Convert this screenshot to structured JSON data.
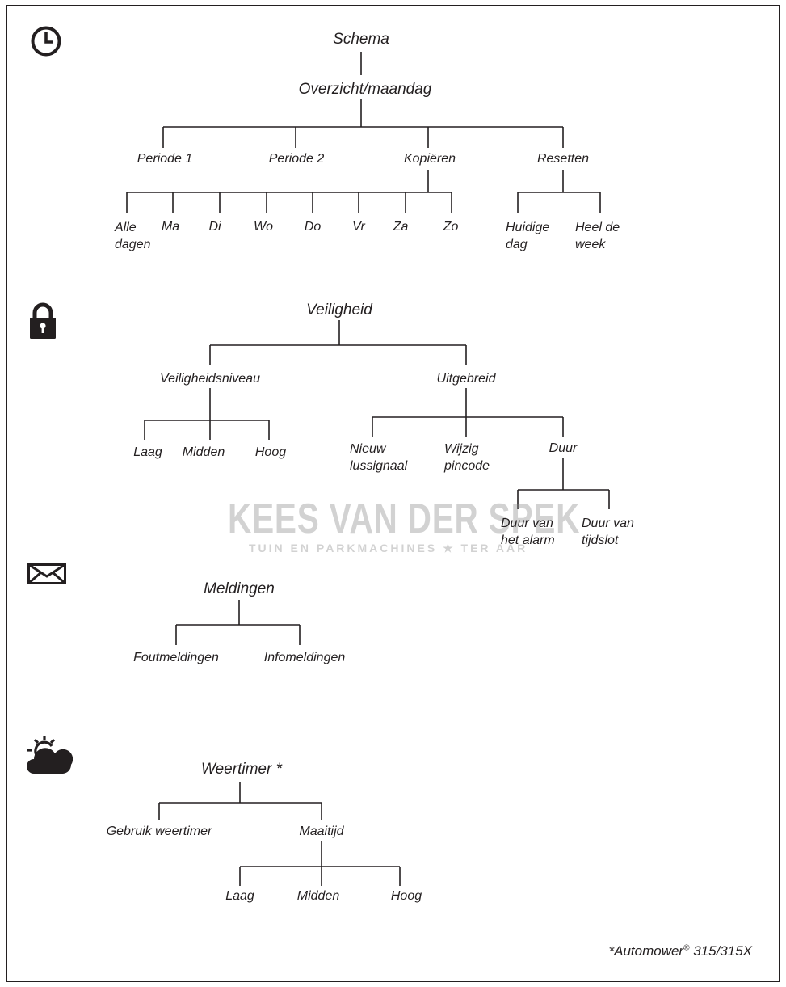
{
  "schedule": {
    "root": "Schema",
    "overview": "Overzicht/maandag",
    "branches": [
      "Periode 1",
      "Periode 2",
      "Kopiëren",
      "Resetten"
    ],
    "copy_days": [
      "Alle dagen",
      "Ma",
      "Di",
      "Wo",
      "Do",
      "Vr",
      "Za",
      "Zo"
    ],
    "copy_days_first_line1": "Alle",
    "copy_days_first_line2": "dagen",
    "reset_options": [
      {
        "line1": "Huidige",
        "line2": "dag"
      },
      {
        "line1": "Heel de",
        "line2": "week"
      }
    ]
  },
  "security": {
    "root": "Veiligheid",
    "level": "Veiligheidsniveau",
    "level_options": [
      "Laag",
      "Midden",
      "Hoog"
    ],
    "advanced": "Uitgebreid",
    "advanced_options": [
      {
        "line1": "Nieuw",
        "line2": "lussignaal"
      },
      {
        "line1": "Wijzig",
        "line2": "pincode"
      }
    ],
    "duration": "Duur",
    "duration_options": [
      {
        "line1": "Duur van",
        "line2": "het alarm"
      },
      {
        "line1": "Duur van",
        "line2": "tijdslot"
      }
    ]
  },
  "messages": {
    "root": "Meldingen",
    "options": [
      "Foutmeldingen",
      "Infomeldingen"
    ]
  },
  "weather": {
    "root": "Weertimer *",
    "use": "Gebruik weertimer",
    "mowing_time": "Maaitijd",
    "options": [
      "Laag",
      "Midden",
      "Hoog"
    ]
  },
  "footnote": {
    "prefix": "*Automower",
    "reg": "®",
    "suffix": " 315/315X"
  },
  "watermark": {
    "name": "KEES VAN DER SPEK",
    "tagline": "TUIN EN PARKMACHINES ★ TER AAR"
  },
  "icons": {
    "schedule": "clock-icon",
    "security": "lock-icon",
    "messages": "envelope-icon",
    "weather": "sun-cloud-icon"
  },
  "colors": {
    "ink": "#231f20",
    "watermark": "#8a8a8a"
  }
}
